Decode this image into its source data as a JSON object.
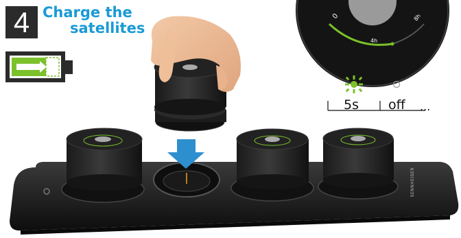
{
  "step": {
    "number": "4",
    "title_line1": "Charge the",
    "title_line2": "satellites"
  },
  "charging_dial": {
    "start_label": "0",
    "mid_label": "4h",
    "end_label": "8h"
  },
  "led_indicator": {
    "active_color": "#7bc12a",
    "on_label": "5s",
    "off_label": "off",
    "continuation": "..."
  },
  "charger": {
    "brand_label": "SENNHEISER"
  },
  "colors": {
    "accent_blue": "#1a9ad6",
    "battery_green": "#7bc12a",
    "arrow_blue": "#2e8fcf"
  }
}
